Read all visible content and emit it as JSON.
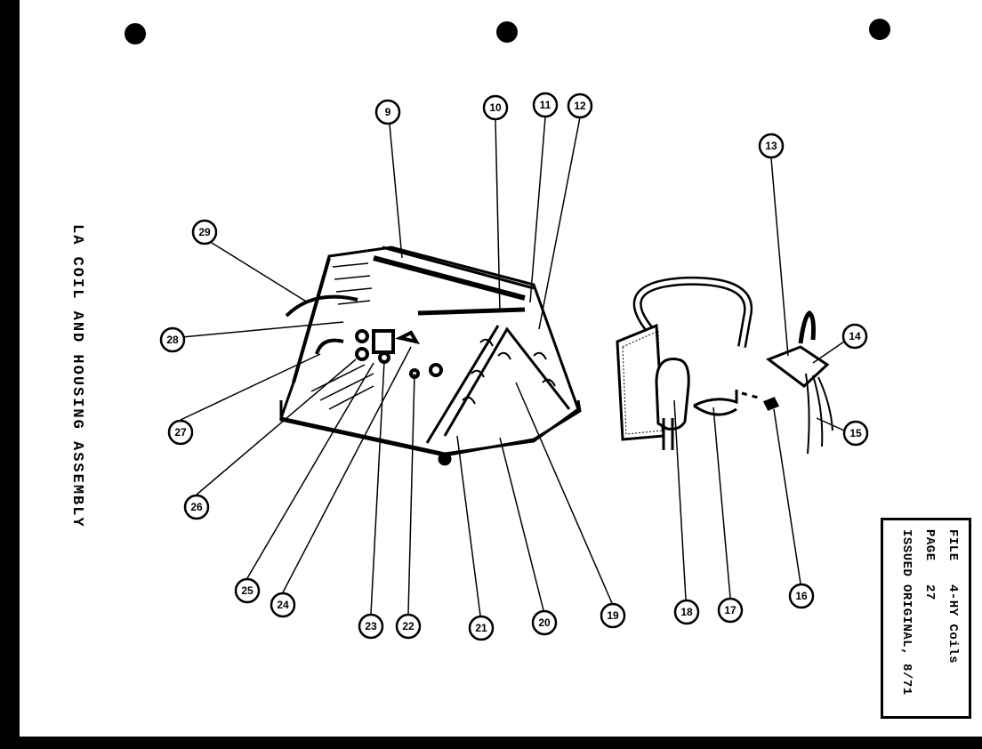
{
  "diagram": {
    "title": "LA COIL AND HOUSING ASSEMBLY",
    "callouts": [
      "9",
      "10",
      "11",
      "12",
      "13",
      "14",
      "15",
      "16",
      "17",
      "18",
      "19",
      "20",
      "21",
      "22",
      "23",
      "24",
      "25",
      "26",
      "27",
      "28",
      "29"
    ]
  },
  "title_block": {
    "file_label": "FILE",
    "file_value": "4-HY Coils",
    "page_label": "PAGE",
    "page_value": "27",
    "issued_label": "ISSUED",
    "issued_value": "ORIGINAL, 8/71"
  },
  "colors": {
    "ink": "#000000",
    "paper": "#ffffff",
    "border": "#000000"
  }
}
